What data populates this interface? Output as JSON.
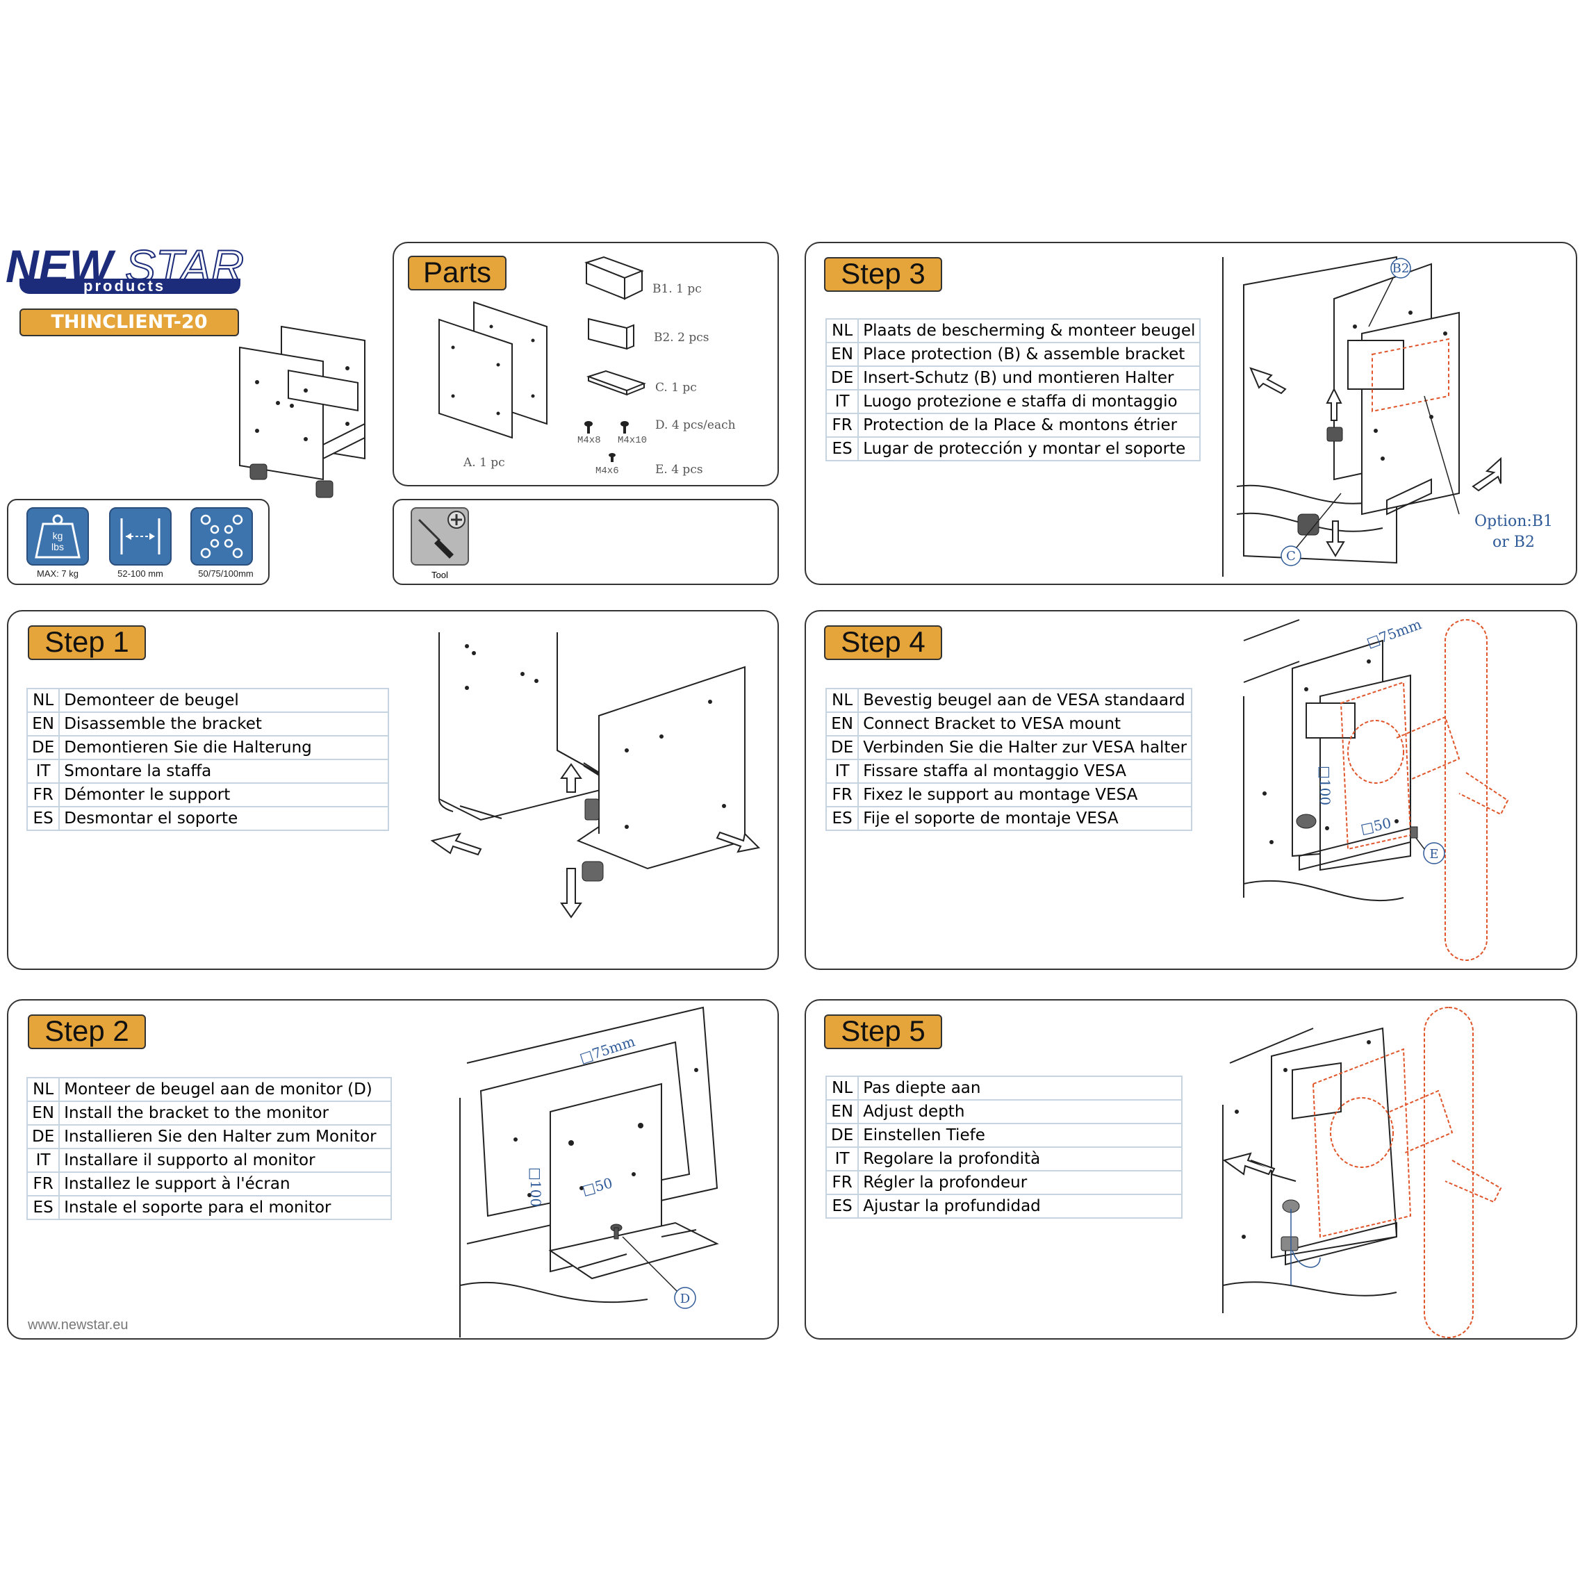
{
  "brand": {
    "name_left": "NEW",
    "name_right": "STAR",
    "sub": "products",
    "model": "THINCLIENT-20"
  },
  "specs": [
    {
      "icon": "weight-icon",
      "label": "MAX: 7 kg",
      "icon_text": "kg\nlbs"
    },
    {
      "icon": "width-range-icon",
      "label": "52-100 mm"
    },
    {
      "icon": "vesa-pattern-icon",
      "label": "50/75/100mm"
    }
  ],
  "parts": {
    "title": "Parts",
    "items": [
      {
        "id": "A",
        "label": "A. 1  pc"
      },
      {
        "id": "B1",
        "label": "B1. 1  pc"
      },
      {
        "id": "B2",
        "label": "B2. 2  pcs"
      },
      {
        "id": "C",
        "label": "C. 1  pc"
      },
      {
        "id": "D",
        "label": "D. 4  pcs/each"
      },
      {
        "id": "E",
        "label": "E. 4  pcs"
      }
    ],
    "screws": [
      "M4x8",
      "M4x10",
      "M4x6"
    ]
  },
  "tool": {
    "label": "Tool",
    "icon": "screwdriver-icon"
  },
  "steps": [
    {
      "title": "Step 1",
      "rows": [
        [
          "NL",
          "Demonteer de beugel"
        ],
        [
          "EN",
          "Disassemble the bracket"
        ],
        [
          "DE",
          "Demontieren Sie die Halterung"
        ],
        [
          "IT",
          "Smontare la staffa"
        ],
        [
          "FR",
          "Démonter le support"
        ],
        [
          "ES",
          "Desmontar el soporte"
        ]
      ]
    },
    {
      "title": "Step 2",
      "rows": [
        [
          "NL",
          "Monteer de beugel aan de monitor (D)"
        ],
        [
          "EN",
          "Install the bracket to the monitor"
        ],
        [
          "DE",
          "Installieren Sie den Halter zum Monitor"
        ],
        [
          "IT",
          "Installare il supporto al monitor"
        ],
        [
          "FR",
          "Installez le support à l'écran"
        ],
        [
          "ES",
          "Instale el soporte para el monitor"
        ]
      ],
      "dims": [
        "□75mm",
        "□100",
        "□50"
      ],
      "callout": "D"
    },
    {
      "title": "Step 3",
      "rows": [
        [
          "NL",
          "Plaats de bescherming & monteer beugel"
        ],
        [
          "EN",
          "Place protection (B) & assemble bracket"
        ],
        [
          "DE",
          "Insert-Schutz (B) und montieren Halter"
        ],
        [
          "IT",
          "Luogo protezione e staffa di montaggio"
        ],
        [
          "FR",
          "Protection de la Place & montons étrier"
        ],
        [
          "ES",
          "Lugar de protección y montar el soporte"
        ]
      ],
      "callouts": [
        "B2",
        "C"
      ],
      "option_line1": "Option:B1",
      "option_line2": "or B2"
    },
    {
      "title": "Step 4",
      "rows": [
        [
          "NL",
          "Bevestig beugel aan de VESA standaard"
        ],
        [
          "EN",
          "Connect Bracket to VESA mount"
        ],
        [
          "DE",
          "Verbinden Sie die Halter zur VESA halter"
        ],
        [
          "IT",
          "Fissare staffa al montaggio VESA"
        ],
        [
          "FR",
          "Fixez le support au montage VESA"
        ],
        [
          "ES",
          "Fije el soporte de montaje VESA"
        ]
      ],
      "dims": [
        "□75mm",
        "□100",
        "□50"
      ],
      "callout": "E"
    },
    {
      "title": "Step 5",
      "rows": [
        [
          "NL",
          "Pas diepte aan"
        ],
        [
          "EN",
          "Adjust depth"
        ],
        [
          "DE",
          "Einstellen Tiefe"
        ],
        [
          "IT",
          "Regolare la profondità"
        ],
        [
          "FR",
          "Régler la profondeur"
        ],
        [
          "ES",
          "Ajustar la profundidad"
        ]
      ]
    }
  ],
  "website": "www.newstar.eu",
  "colors": {
    "tag": "#e6a53a",
    "brand_blue": "#1c2c7a",
    "icon_blue": "#3e74ad",
    "table_border": "#c6d3e0",
    "vesa_red": "#e0552a"
  }
}
